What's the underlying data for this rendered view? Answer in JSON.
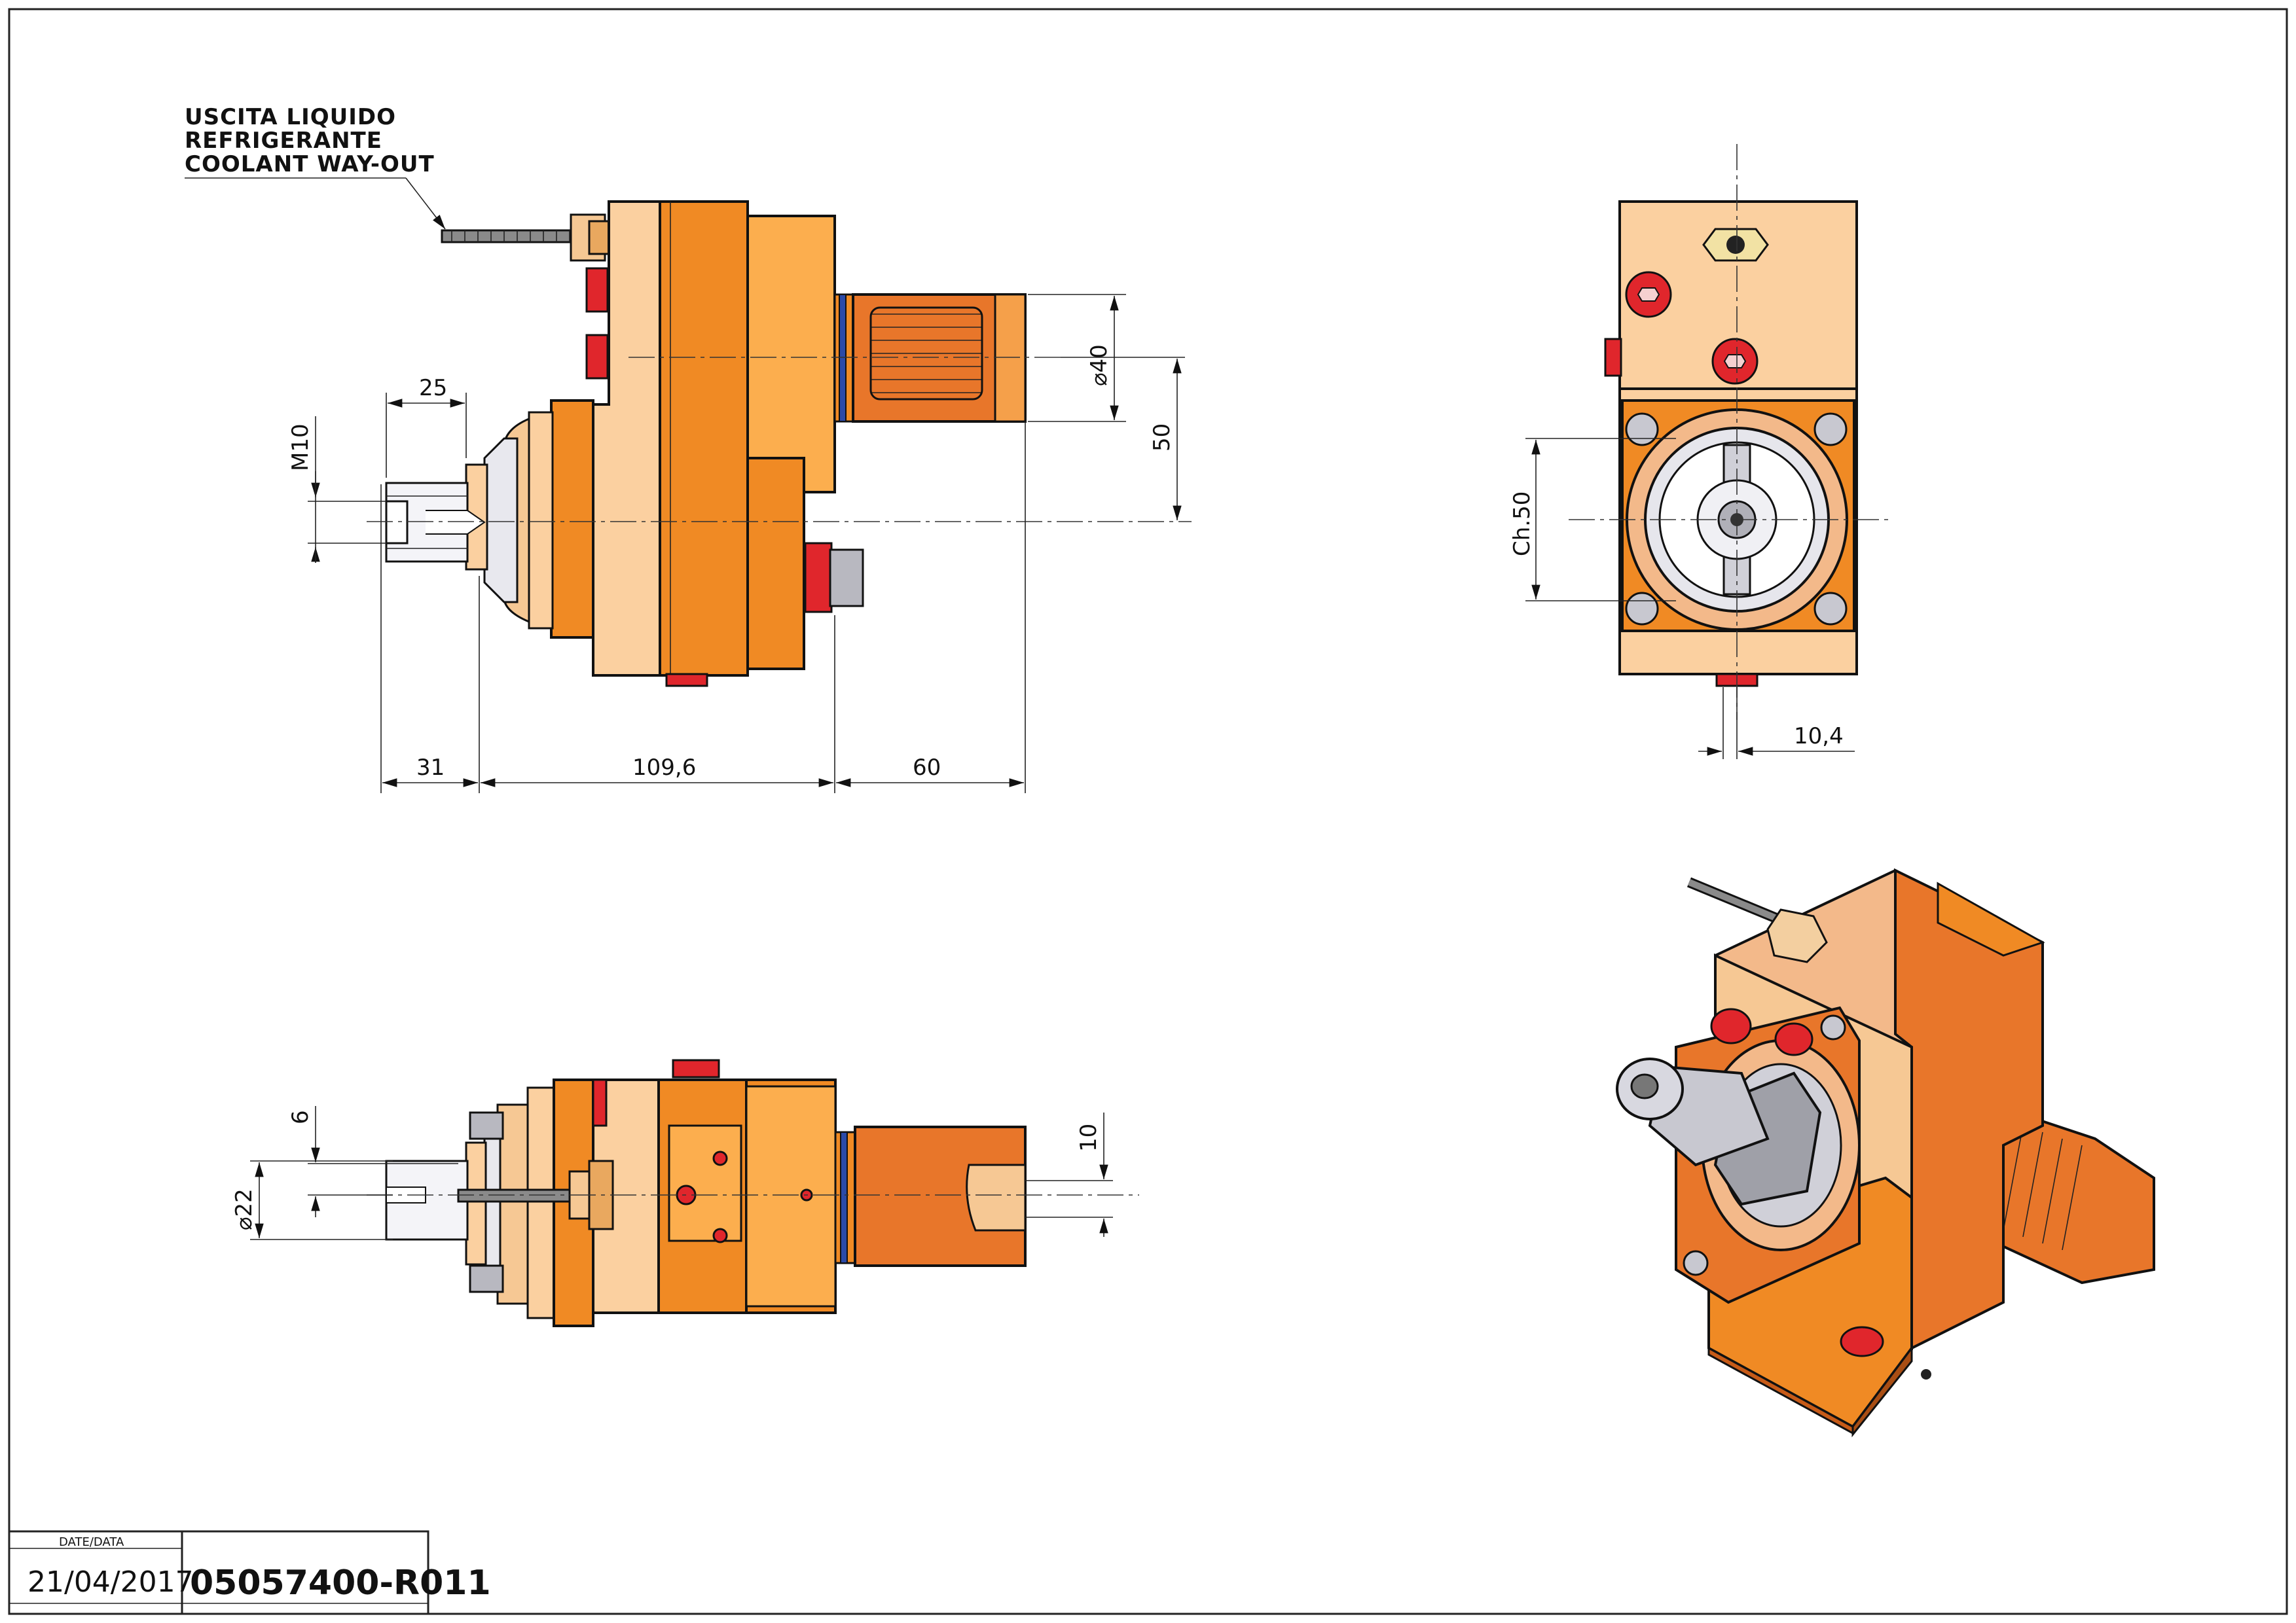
{
  "annotations": {
    "coolant_line1": "USCITA LIQUIDO",
    "coolant_line2": "REFRIGERANTE",
    "coolant_line3": "COOLANT WAY-OUT"
  },
  "dimensions": {
    "d25": "25",
    "m10": "M10",
    "d40": "40",
    "d50": "50",
    "d31": "31",
    "d109_6": "109,6",
    "d60": "60",
    "ch50": "Ch.50",
    "d10_4": "10,4",
    "d6": "6",
    "d22": "22",
    "d10": "10"
  },
  "title_block": {
    "date_label": "DATE/DATA",
    "date": "21/04/2017",
    "code": "05057400-R011"
  },
  "colors": {
    "body_orange": "#F08A24",
    "light_orange": "#FCAE4E",
    "peach": "#FBD0A0",
    "red_cap": "#E0262C",
    "blue_ring": "#2B4AA8",
    "gray": "#B8B8C0"
  }
}
